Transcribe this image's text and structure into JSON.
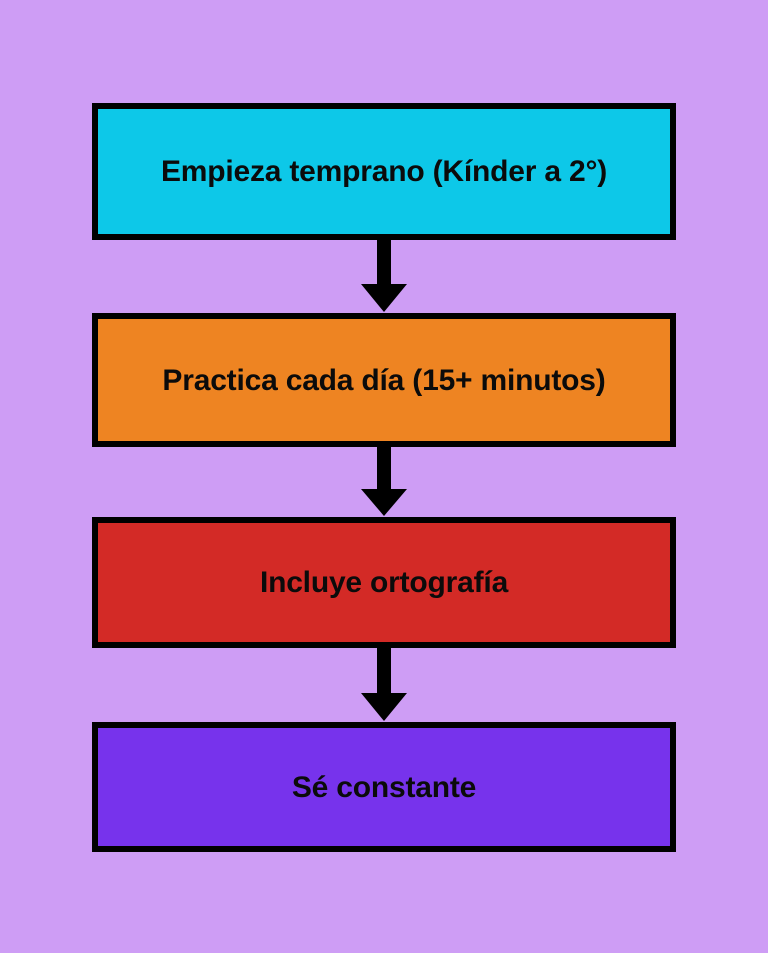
{
  "diagram": {
    "type": "flowchart",
    "orientation": "vertical-top-to-bottom",
    "background_color": "#ce9df5",
    "border_color": "#000000",
    "text_color": "#0b0b0b",
    "nodes": [
      {
        "id": "node-0",
        "label": "Empieza temprano (Kínder a 2°)",
        "fill_color": "#0dc8e8",
        "shape": "rectangle"
      },
      {
        "id": "node-1",
        "label": "Practica cada día (15+ minutos)",
        "fill_color": "#ee8422",
        "shape": "rectangle"
      },
      {
        "id": "node-2",
        "label": "Incluye ortografía",
        "fill_color": "#d32a26",
        "shape": "rectangle"
      },
      {
        "id": "node-3",
        "label": "Sé constante",
        "fill_color": "#7733ec",
        "shape": "rectangle"
      }
    ],
    "connectors": [
      {
        "id": "conn-0",
        "from": "node-0",
        "to": "node-1",
        "style": "solid-arrow-down",
        "color": "#000000"
      },
      {
        "id": "conn-1",
        "from": "node-1",
        "to": "node-2",
        "style": "solid-arrow-down",
        "color": "#000000"
      },
      {
        "id": "conn-2",
        "from": "node-2",
        "to": "node-3",
        "style": "solid-arrow-down",
        "color": "#000000"
      }
    ]
  }
}
